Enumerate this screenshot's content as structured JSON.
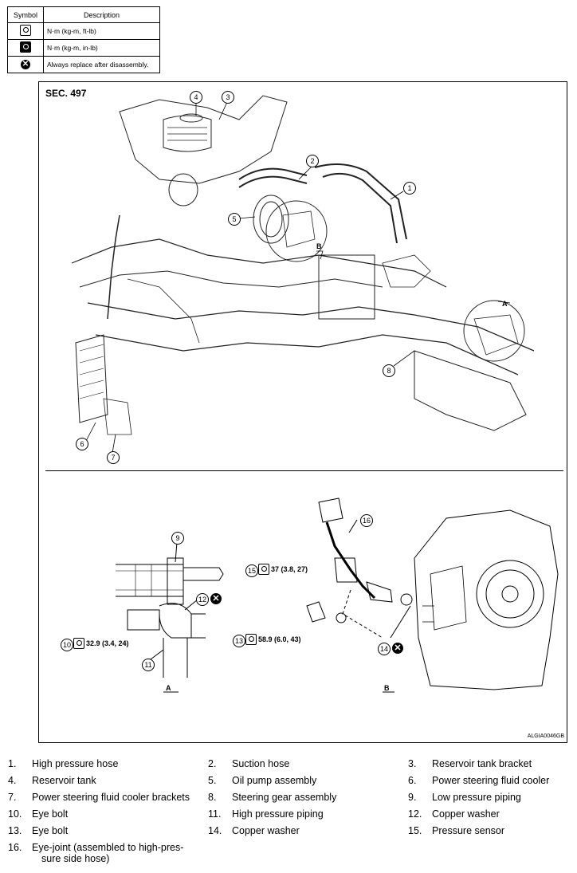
{
  "legend": {
    "headers": [
      "Symbol",
      "Description"
    ],
    "rows": [
      {
        "icon": "torque-wrench-ftlb-icon",
        "text": "N·m (kg-m, ft-lb)"
      },
      {
        "icon": "torque-wrench-inlb-icon",
        "text": "N·m (kg-m, in-lb)"
      },
      {
        "icon": "always-replace-icon",
        "text": "Always replace after disassembly."
      }
    ]
  },
  "section": "SEC. 497",
  "detail_labels": {
    "a": "A",
    "b": "B"
  },
  "figure_code": "ALGIA0046GB",
  "torques": {
    "t10": "32.9 (3.4, 24)",
    "t13": "58.9 (6.0, 43)",
    "t15": "37 (3.8, 27)"
  },
  "callouts": [
    "1",
    "2",
    "3",
    "4",
    "5",
    "6",
    "7",
    "8",
    "9",
    "10",
    "11",
    "12",
    "13",
    "14",
    "15",
    "16"
  ],
  "parts": [
    {
      "num": "1.",
      "name": "High pressure hose"
    },
    {
      "num": "2.",
      "name": "Suction hose"
    },
    {
      "num": "3.",
      "name": "Reservoir tank bracket"
    },
    {
      "num": "4.",
      "name": "Reservoir tank"
    },
    {
      "num": "5.",
      "name": "Oil pump assembly"
    },
    {
      "num": "6.",
      "name": "Power steering fluid cooler"
    },
    {
      "num": "7.",
      "name": "Power steering fluid cooler brackets"
    },
    {
      "num": "8.",
      "name": "Steering gear assembly"
    },
    {
      "num": "9.",
      "name": "Low pressure piping"
    },
    {
      "num": "10.",
      "name": "Eye bolt"
    },
    {
      "num": "11.",
      "name": "High pressure piping"
    },
    {
      "num": "12.",
      "name": "Copper washer"
    },
    {
      "num": "13.",
      "name": "Eye bolt"
    },
    {
      "num": "14.",
      "name": "Copper washer"
    },
    {
      "num": "15.",
      "name": "Pressure sensor"
    },
    {
      "num": "16.",
      "name": "Eye-joint (assembled to high-pres-",
      "name2": "sure side hose)"
    }
  ]
}
